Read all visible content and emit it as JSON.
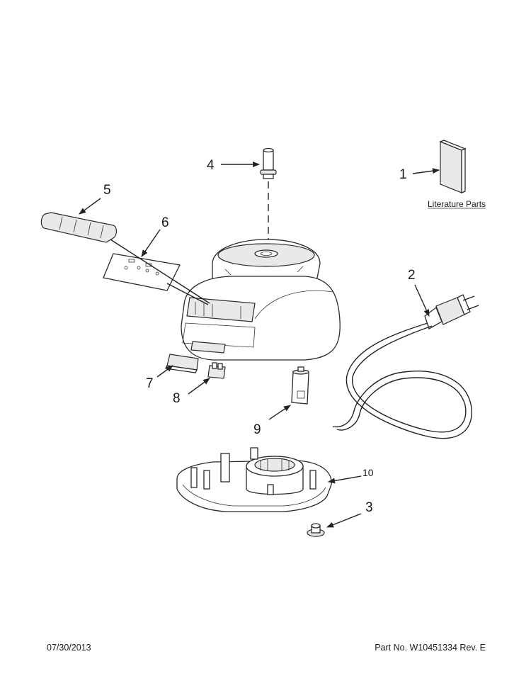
{
  "callouts": [
    {
      "num": "1"
    },
    {
      "num": "2"
    },
    {
      "num": "3"
    },
    {
      "num": "4"
    },
    {
      "num": "5"
    },
    {
      "num": "6"
    },
    {
      "num": "7"
    },
    {
      "num": "8"
    },
    {
      "num": "9"
    },
    {
      "num": "10"
    }
  ],
  "literature_label": "Literature Parts",
  "footer": {
    "date": "07/30/2013",
    "part": "Part No.  W10451334  Rev.  E"
  }
}
